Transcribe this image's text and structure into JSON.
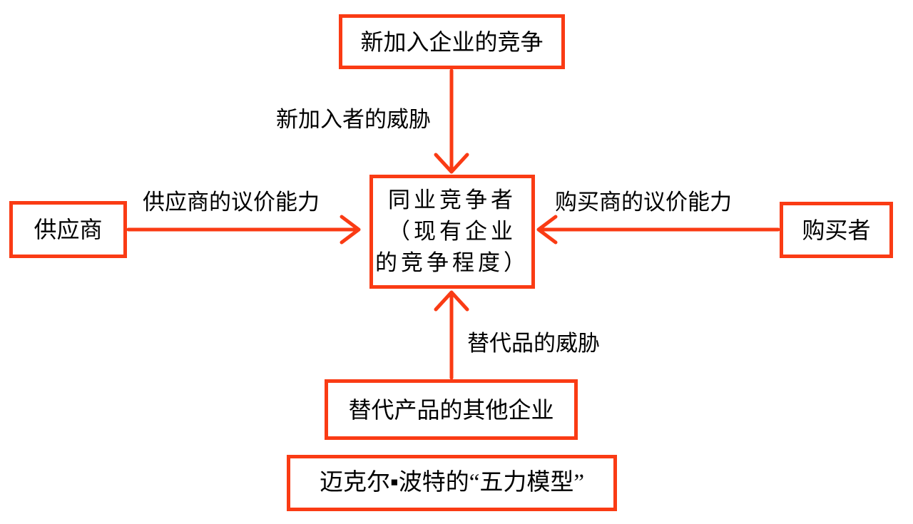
{
  "diagram": {
    "title_box": "迈克尔▪波特的“五力模型”",
    "boxes": {
      "new_entrants": "新加入企业的竞争",
      "industry_rivals": "同业竞争者\n（现有企业\n的竞争程度）",
      "suppliers": "供应商",
      "buyers": "购买者",
      "substitutes": "替代产品的其他企业"
    },
    "arrow_labels": {
      "new_entrant_threat": "新加入者的威胁",
      "supplier_bargaining_power": "供应商的议价能力",
      "buyer_bargaining_power": "购买商的议价能力",
      "substitute_threat": "替代品的威胁"
    },
    "colors": {
      "accent": "#fa3b14",
      "text": "#000000",
      "background": "#ffffff"
    }
  }
}
